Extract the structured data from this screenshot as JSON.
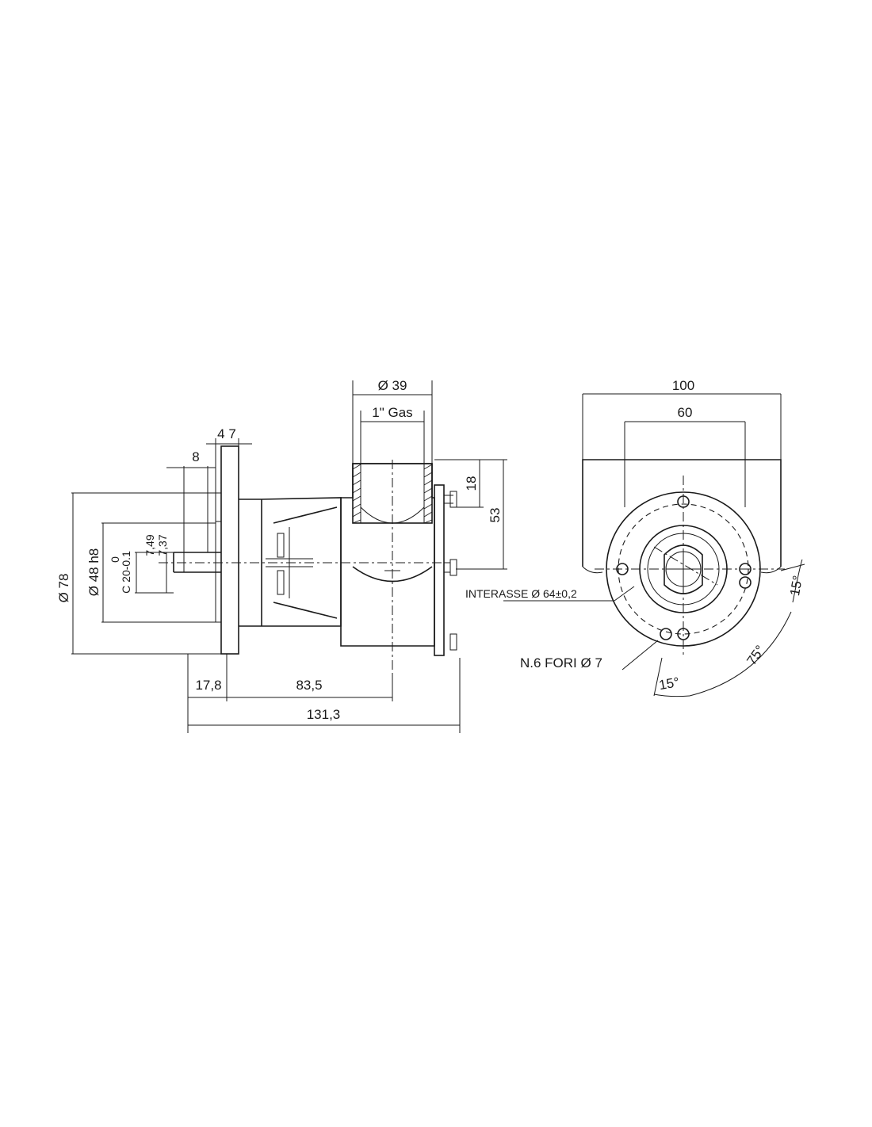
{
  "side_view": {
    "dims": {
      "d_78": "Ø 78",
      "d_48": "Ø 48 h8",
      "key_c": "C 20-0.1",
      "key_c_tol": "0",
      "dim_749": "7,49",
      "dim_737": "7,37",
      "dim_8": "8",
      "dim_47": "4 7",
      "dim_178": "17,8",
      "dim_835": "83,5",
      "dim_1313": "131,3",
      "port_d39": "Ø 39",
      "port_gas": "1\" Gas",
      "dim_18": "18",
      "dim_53": "53"
    }
  },
  "front_view": {
    "dims": {
      "width_100": "100",
      "width_60": "60",
      "interasse": "INTERASSE Ø 64±0,2",
      "holes": "N.6 FORI Ø 7",
      "angle_15_right": "15°",
      "angle_75": "75°",
      "angle_15_bottom": "15°"
    }
  }
}
